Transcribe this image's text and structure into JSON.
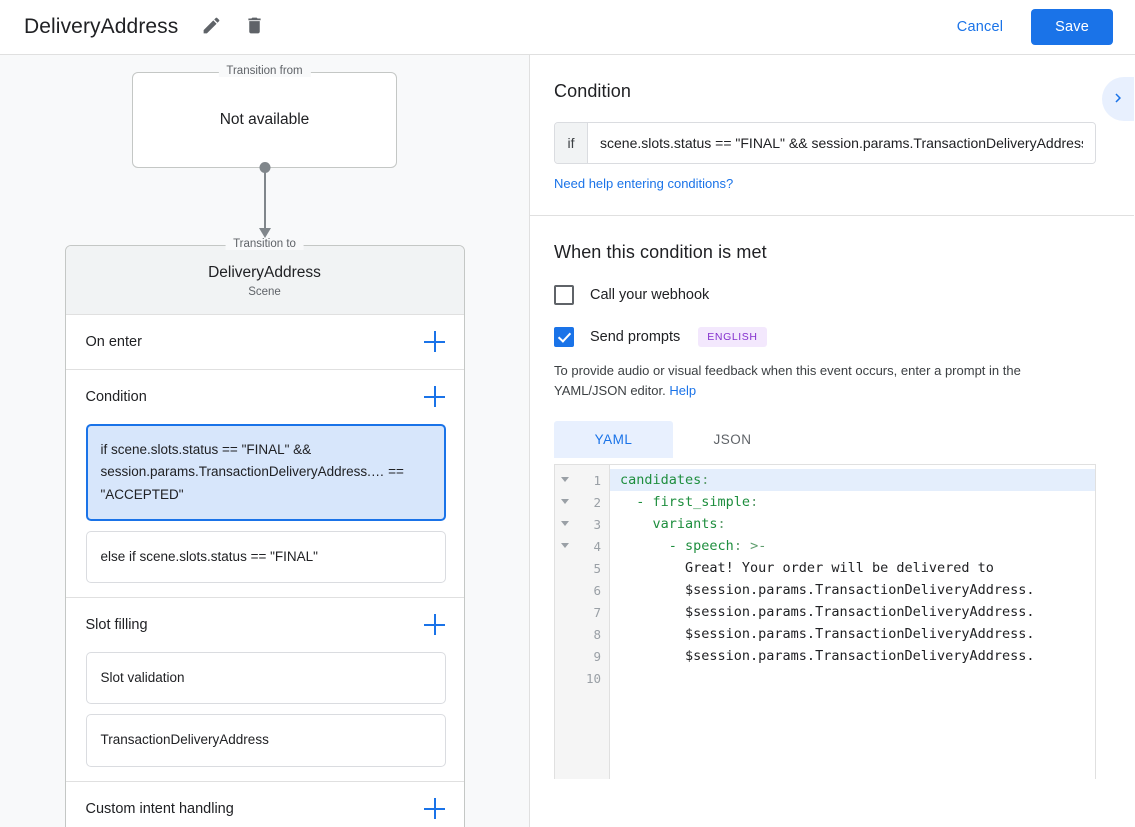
{
  "topbar": {
    "title": "DeliveryAddress",
    "edit_icon": "pencil-icon",
    "delete_icon": "trash-icon",
    "cancel_label": "Cancel",
    "save_label": "Save",
    "accent_blue": "#1a73e8"
  },
  "flow": {
    "from_legend": "Transition from",
    "from_value": "Not available",
    "to_legend": "Transition to",
    "to_name": "DeliveryAddress",
    "to_subtitle": "Scene"
  },
  "scene_sections": [
    {
      "title": "On enter",
      "add_label": "+",
      "items": []
    },
    {
      "title": "Condition",
      "add_label": "+",
      "items": [
        {
          "text": "if scene.slots.status == \"FINAL\" && session.params.TransactionDeliveryAddress.… == \"ACCEPTED\"",
          "selected": true
        },
        {
          "text": "else if scene.slots.status == \"FINAL\"",
          "selected": false
        }
      ]
    },
    {
      "title": "Slot filling",
      "add_label": "+",
      "items": [
        {
          "text": "Slot validation",
          "selected": false
        },
        {
          "text": "TransactionDeliveryAddress",
          "selected": false
        }
      ]
    },
    {
      "title": "Custom intent handling",
      "add_label": "+",
      "items": []
    }
  ],
  "right": {
    "condition_heading": "Condition",
    "chevron_icon": "chevron-right-icon",
    "if_label": "if",
    "condition_value": "scene.slots.status == \"FINAL\" && session.params.TransactionDeliveryAddress.deliveryAddress.location.postalAddress.administrativeArea == \"ACCEPTED\"",
    "help_conditions_link": "Need help entering conditions?",
    "when_heading": "When this condition is met",
    "webhook_label": "Call your webhook",
    "webhook_checked": false,
    "prompts_label": "Send prompts",
    "prompts_checked": true,
    "language_badge": "ENGLISH",
    "badge_bg": "#f3e8fd",
    "badge_fg": "#8430ce",
    "description": "To provide audio or visual feedback when this event occurs, enter a prompt in the YAML/JSON editor. ",
    "description_link": "Help",
    "tabs": [
      {
        "label": "YAML",
        "active": true
      },
      {
        "label": "JSON",
        "active": false
      }
    ],
    "editor": {
      "line_numbers": [
        "1",
        "2",
        "3",
        "4",
        "5",
        "6",
        "7",
        "8",
        "9",
        "10"
      ],
      "foldable_lines": [
        1,
        2,
        3,
        4
      ],
      "active_line": 1,
      "lines": [
        {
          "key": "candidates",
          "punct": ":",
          "indent": 0,
          "rest": ""
        },
        {
          "key": "- first_simple",
          "punct": ":",
          "indent": 1,
          "rest": ""
        },
        {
          "key": "variants",
          "punct": ":",
          "indent": 2,
          "rest": ""
        },
        {
          "key": "- speech",
          "punct": ": >-",
          "indent": 3,
          "rest": ""
        },
        {
          "key": "",
          "punct": "",
          "indent": 4,
          "rest": "Great! Your order will be delivered to"
        },
        {
          "key": "",
          "punct": "",
          "indent": 4,
          "rest": "$session.params.TransactionDeliveryAddress."
        },
        {
          "key": "",
          "punct": "",
          "indent": 4,
          "rest": "$session.params.TransactionDeliveryAddress."
        },
        {
          "key": "",
          "punct": "",
          "indent": 4,
          "rest": "$session.params.TransactionDeliveryAddress."
        },
        {
          "key": "",
          "punct": "",
          "indent": 4,
          "rest": "$session.params.TransactionDeliveryAddress."
        },
        {
          "key": "",
          "punct": "",
          "indent": 0,
          "rest": ""
        }
      ]
    }
  }
}
